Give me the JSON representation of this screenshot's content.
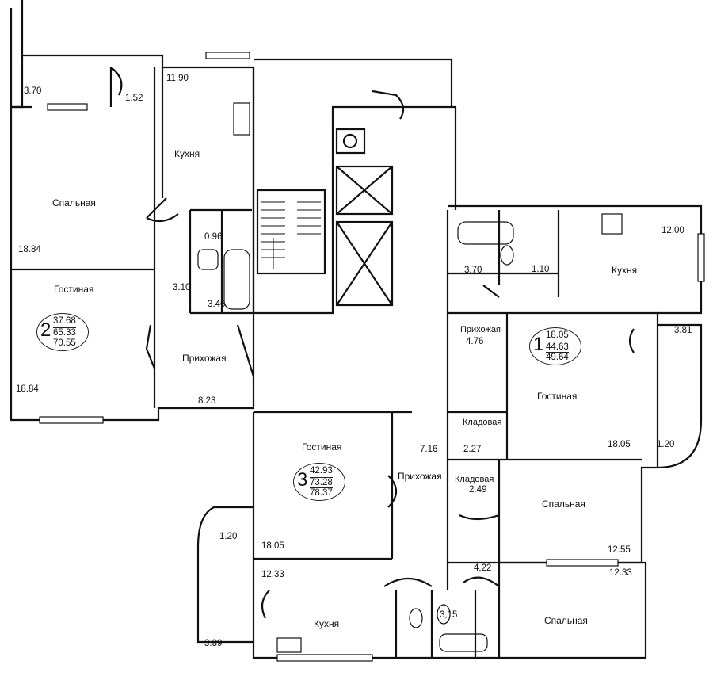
{
  "rooms": {
    "a2_bedroom": "Спальная",
    "a2_living": "Гостиная",
    "a2_kitchen": "Кухня",
    "a2_hall": "Прихожая",
    "a1_hall": "Прихожая",
    "a1_kitchen": "Кухня",
    "a1_living": "Гостиная",
    "a1_storage": "Кладовая",
    "a1_storage2": "Кладовая",
    "a1_bedroom": "Спальная",
    "a3_living": "Гостиная",
    "a3_hall": "Прихожая",
    "a3_kitchen": "Кухня",
    "a3_bedroom": "Спальная"
  },
  "areas": {
    "a2_loggia": "3.70",
    "a2_balcony": "1.52",
    "a2_kitchen": "11.90",
    "a2_bedroom": "18.84",
    "a2_wc": "0.96",
    "a2_bath": "3.10",
    "a2_bath2": "3.46",
    "a2_living": "18.84",
    "a2_hall": "8.23",
    "a1_kitchen": "12.00",
    "a1_bath": "3.70",
    "a1_wc": "1.10",
    "a1_hall": "4.76",
    "a1_balcony": "3.81",
    "a1_living": "18.05",
    "a1_balcony2": "1.20",
    "a1_storage": "2.27",
    "a1_storage2": "2.49",
    "a1_bedroom": "12.55",
    "a3_hall": "7.16",
    "a3_living": "18.05",
    "a3_balcony": "1.20",
    "a3_kitchen": "12.33",
    "a3_loggia": "3.89",
    "a3_corridor": "4,22",
    "a3_bath": "3,15",
    "a3_bedroom": "12.33"
  },
  "apartments": [
    {
      "num": "2",
      "living": "37.68",
      "total": "65.33",
      "gross": "70.55"
    },
    {
      "num": "1",
      "living": "18.05",
      "total": "44.63",
      "gross": "49.64"
    },
    {
      "num": "3",
      "living": "42.93",
      "total": "73.28",
      "gross": "78.37"
    }
  ]
}
